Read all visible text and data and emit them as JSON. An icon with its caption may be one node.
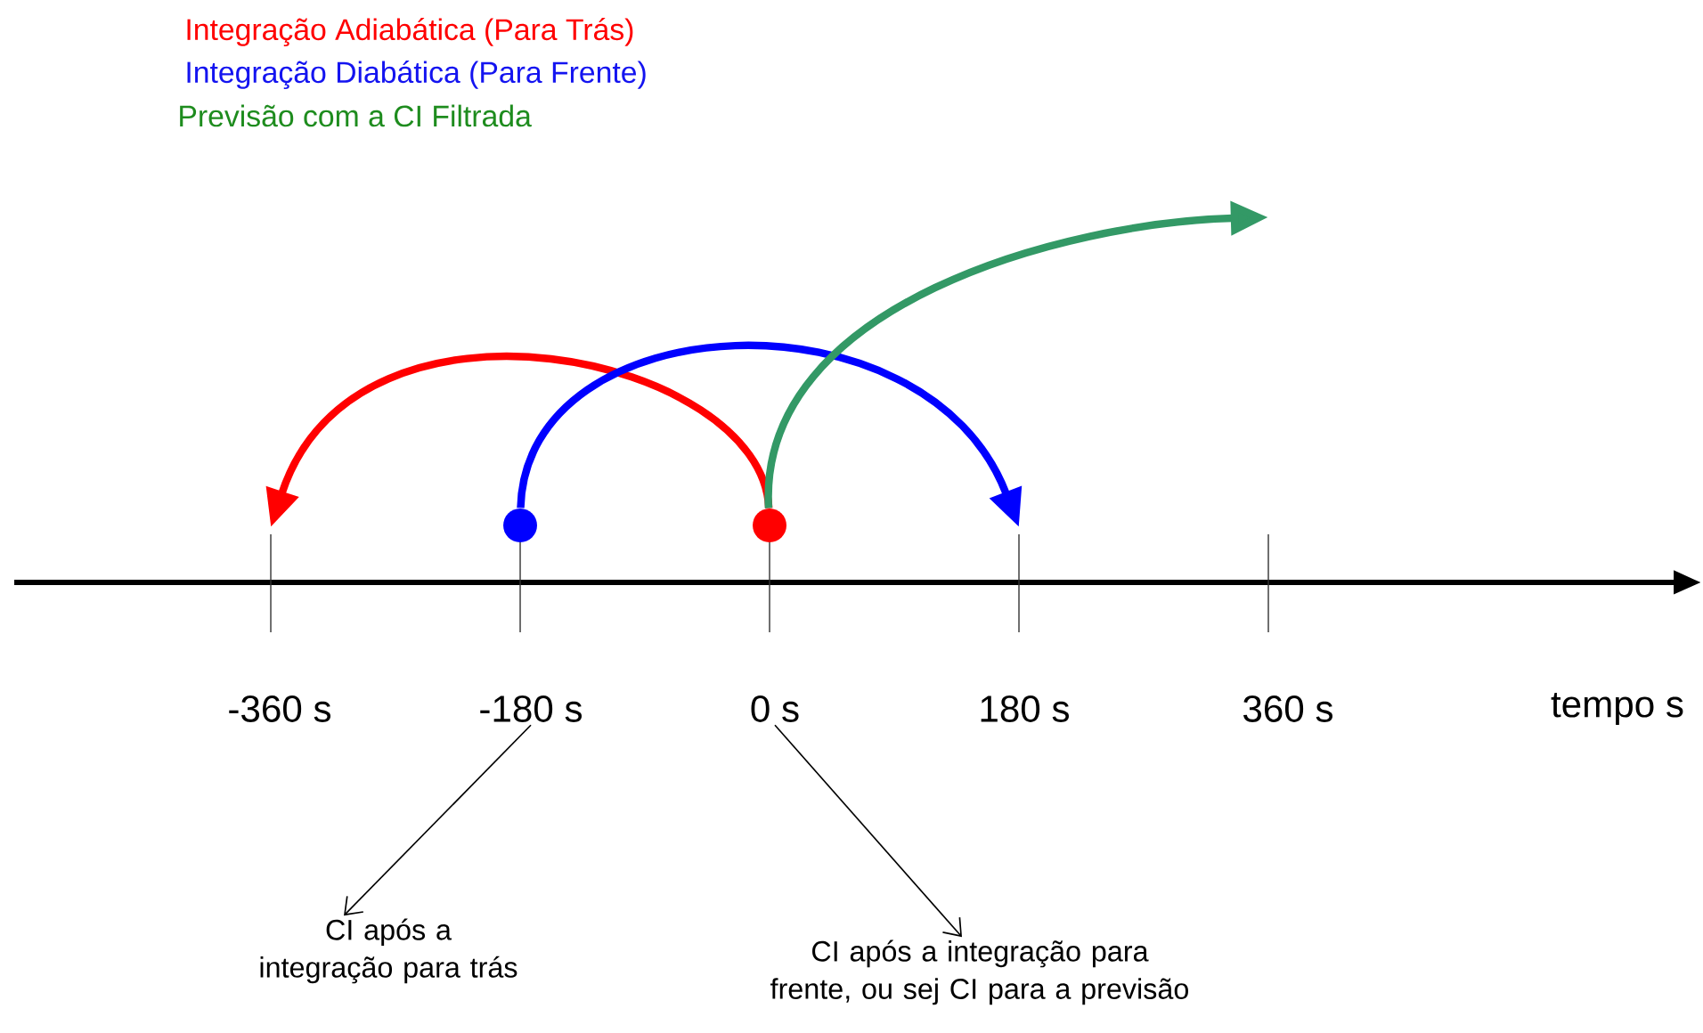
{
  "diagram": {
    "nodes": [
      {
        "text": [],
        "shape": "circle"
      },
      {
        "text": [],
        "shape": "circle"
      },
      {
        "text": [
          "-180 s"
        ]
      },
      {
        "text": [
          "0 s"
        ]
      },
      {
        "text": [
          "CI após a integração para trás"
        ]
      },
      {
        "text": [
          "CI após a integração para frente, ou sej CI para a previsão"
        ]
      }
    ],
    "edges": [
      {
        "from": 1,
        "to": null,
        "arrow": "to",
        "color": "#ff0000"
      },
      {
        "from": 0,
        "to": null,
        "arrow": "to",
        "color": "#0000ff"
      },
      {
        "from": 1,
        "to": null,
        "arrow": "to",
        "color": "#339966"
      },
      {
        "from": 2,
        "to": 4,
        "arrow": "to"
      },
      {
        "from": 3,
        "to": 5,
        "arrow": "to"
      }
    ],
    "labels": [
      "Integração Adiabática (Para Trás)",
      "Integração Diabática (Para Frente)",
      "Previsão com a CI Filtrada",
      "-360 s",
      "180 s",
      "360 s",
      "tempo s"
    ]
  }
}
